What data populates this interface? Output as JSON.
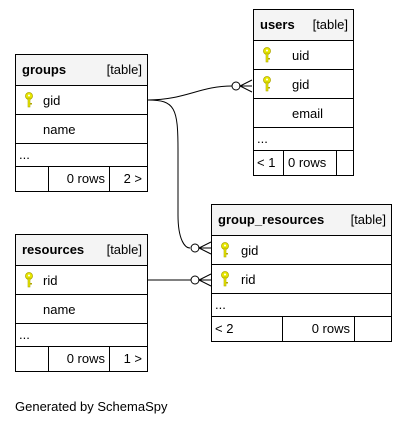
{
  "tables": {
    "users": {
      "name": "users",
      "kind": "[table]",
      "columns": [
        {
          "name": "uid",
          "key": true
        },
        {
          "name": "gid",
          "key": true
        },
        {
          "name": "email",
          "key": false
        }
      ],
      "ellipsis": "...",
      "footer": {
        "left": "< 1",
        "rows": "0 rows",
        "right": ""
      }
    },
    "groups": {
      "name": "groups",
      "kind": "[table]",
      "columns": [
        {
          "name": "gid",
          "key": true
        },
        {
          "name": "name",
          "key": false
        }
      ],
      "ellipsis": "...",
      "footer": {
        "left": "",
        "rows": "0 rows",
        "right": "2 >"
      }
    },
    "group_resources": {
      "name": "group_resources",
      "kind": "[table]",
      "columns": [
        {
          "name": "gid",
          "key": true
        },
        {
          "name": "rid",
          "key": true
        }
      ],
      "ellipsis": "...",
      "footer": {
        "left": "< 2",
        "rows": "0 rows",
        "right": ""
      }
    },
    "resources": {
      "name": "resources",
      "kind": "[table]",
      "columns": [
        {
          "name": "rid",
          "key": true
        },
        {
          "name": "name",
          "key": false
        }
      ],
      "ellipsis": "...",
      "footer": {
        "left": "",
        "rows": "0 rows",
        "right": "1 >"
      }
    }
  },
  "caption": "Generated by SchemaSpy",
  "colors": {
    "key_icon": "#e8e800",
    "header_bg": "#f4f4f4",
    "line": "#000000"
  }
}
